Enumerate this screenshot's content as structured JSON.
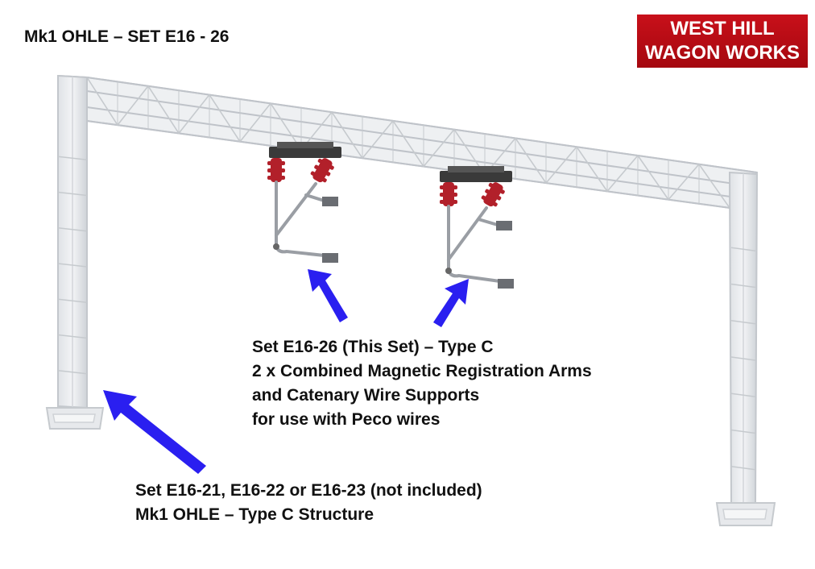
{
  "title": "Mk1 OHLE – SET E16 - 26",
  "logo": {
    "line1": "WEST HILL",
    "line2": "WAGON WORKS",
    "color": "#b70d14"
  },
  "caption_set": {
    "line1": "Set E16-26 (This Set) – Type C",
    "line2": "2 x Combined Magnetic Registration Arms",
    "line3": "and Catenary Wire Supports",
    "line4": "for use with Peco wires"
  },
  "caption_structure": {
    "line1": "Set E16-21, E16-22 or E16-23 (not included)",
    "line2": "Mk1 OHLE – Type C Structure"
  },
  "colors": {
    "arrow": "#2a1ff0",
    "insulator": "#b2202a",
    "structure": "#c9ccd1"
  },
  "icons": {
    "arrow_1": "arrow-up-left-icon",
    "arrow_2": "arrow-up-right-icon",
    "arrow_3": "arrow-up-left-icon"
  }
}
